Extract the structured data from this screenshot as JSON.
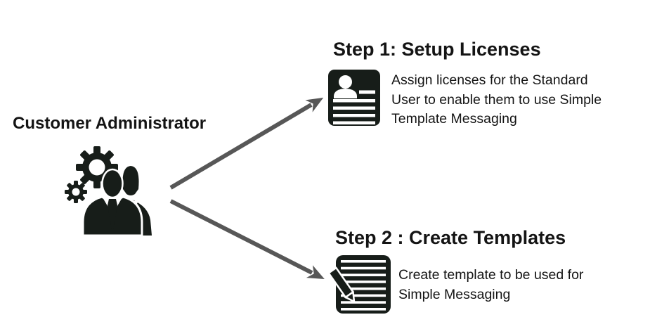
{
  "diagram": {
    "actor": {
      "label": "Customer Administrator",
      "icon": "admin-users-gears-icon"
    },
    "steps": [
      {
        "title": "Step 1: Setup Licenses",
        "icon": "license-card-icon",
        "description": "Assign licenses for the Standard User to enable them to use Simple Template Messaging",
        "lines": [
          "Assign licenses for the Standard",
          "User to enable them to use Simple",
          "Template Messaging"
        ]
      },
      {
        "title": "Step 2 : Create Templates",
        "icon": "edit-document-pencil-icon",
        "description": "Create template to be used for Simple Messaging",
        "lines": [
          "Create template to be used for",
          "Simple Messaging"
        ]
      }
    ],
    "colors": {
      "icon_black": "#171d19",
      "text_black": "#141414",
      "arrow_gray": "#575757",
      "background": "#ffffff"
    }
  }
}
